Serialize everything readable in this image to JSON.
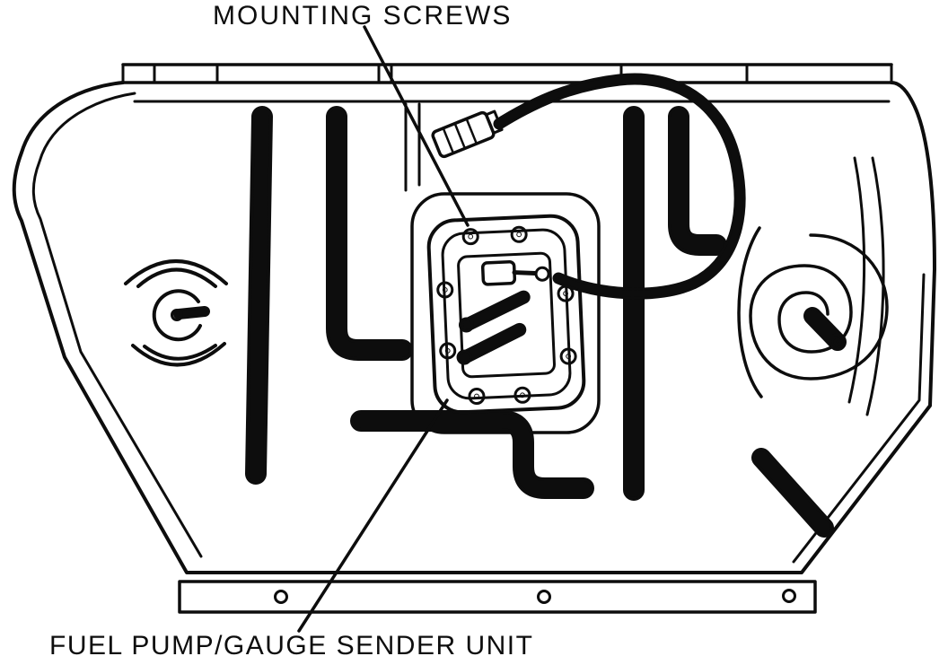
{
  "figure": {
    "description": "Line-art service diagram of a fuel tank showing the fuel pump and gauge sender unit",
    "colors": {
      "line": "#0d0d0d",
      "background": "#ffffff"
    },
    "labels": {
      "mounting_screws": "MOUNTING SCREWS",
      "fuel_pump_sender": "FUEL PUMP/GAUGE SENDER UNIT"
    }
  }
}
